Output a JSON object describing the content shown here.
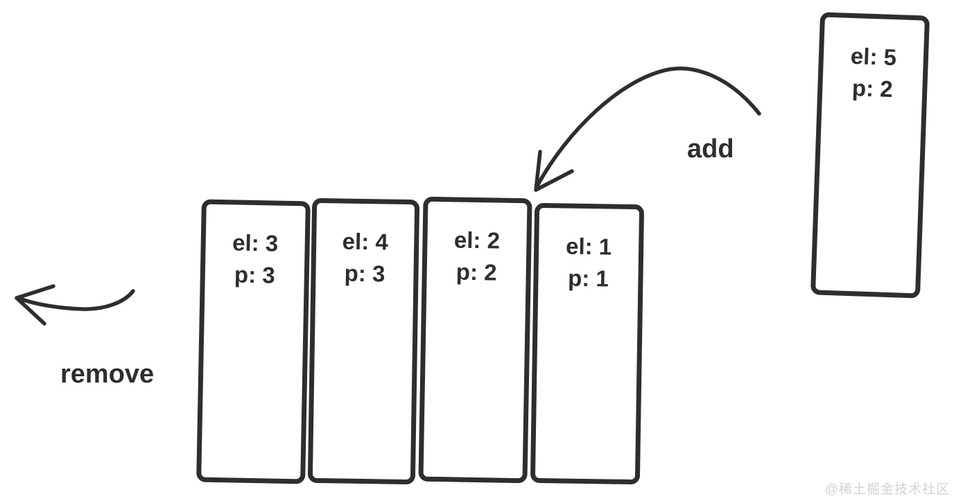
{
  "queue": {
    "cards": [
      {
        "line1": "el: 3",
        "line2": "p: 3"
      },
      {
        "line1": "el: 4",
        "line2": "p: 3"
      },
      {
        "line1": "el: 2",
        "line2": "p: 2"
      },
      {
        "line1": "el: 1",
        "line2": "p: 1"
      }
    ]
  },
  "incoming_card": {
    "line1": "el: 5",
    "line2": "p: 2"
  },
  "labels": {
    "add": "add",
    "remove": "remove"
  },
  "watermark": "@稀土掘金技术社区",
  "colors": {
    "stroke": "#2e2e2e",
    "background": "#ffffff",
    "watermark": "#d2d2d2"
  }
}
